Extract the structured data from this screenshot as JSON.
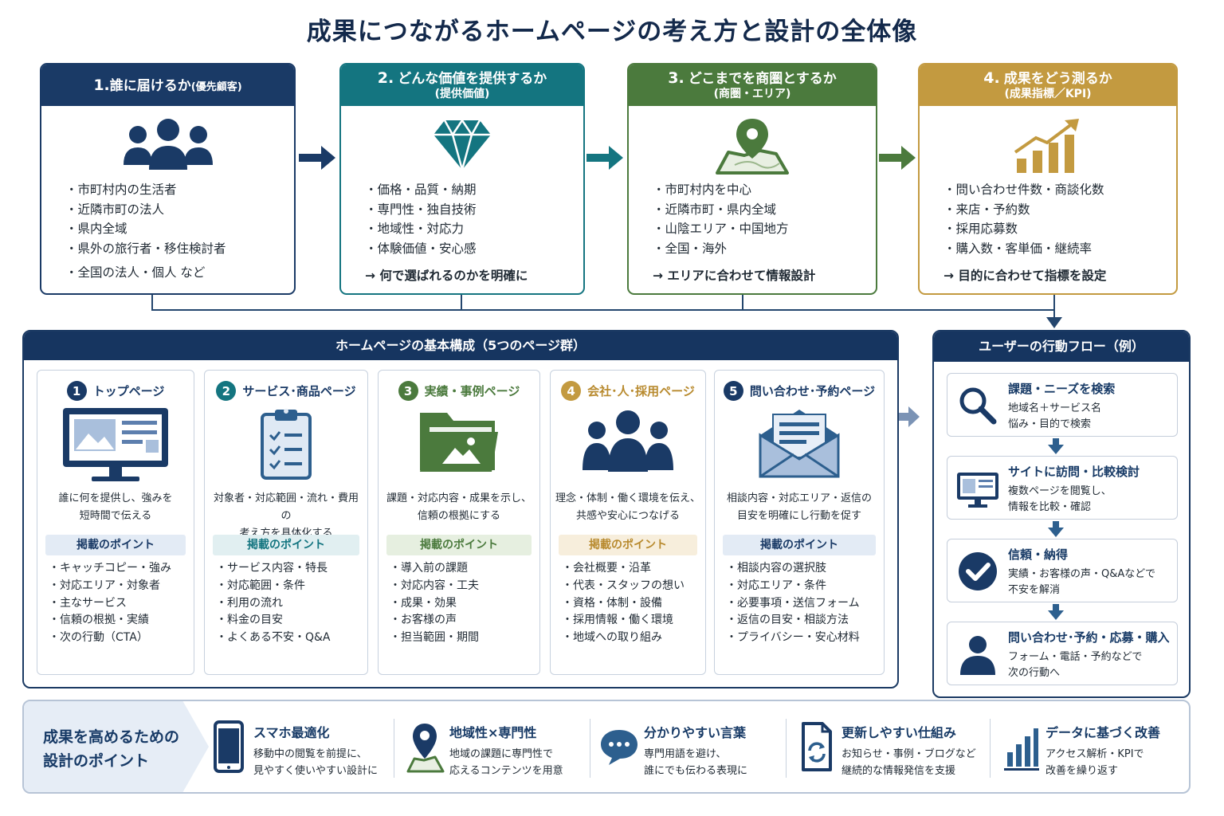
{
  "title": "成果につながるホームページの考え方と設計の全体像",
  "colors": {
    "navy": "#1a3a66",
    "teal": "#147580",
    "green": "#4b7a3d",
    "gold": "#c39a40"
  },
  "strategy": [
    {
      "num": "1.",
      "head": "誰に届けるか",
      "paren": "(優先顧客)",
      "items": [
        "・市町村内の生活者",
        "・近隣市町の法人",
        "・県内全域",
        "・県外の旅行者・移住検討者",
        "・全国の法人・個人 など"
      ],
      "note": ""
    },
    {
      "num": "2.",
      "head": "どんな価値を提供するか",
      "sub": "(提供価値)",
      "items": [
        "・価格・品質・納期",
        "・専門性・独自技術",
        "・地域性・対応力",
        "・体験価値・安心感"
      ],
      "note": "→ 何で選ばれるのかを明確に"
    },
    {
      "num": "3.",
      "head": "どこまでを商圏とするか",
      "sub": "(商圏・エリア)",
      "items": [
        "・市町村内を中心",
        "・近隣市町・県内全域",
        "・山陰エリア・中国地方",
        "・全国・海外"
      ],
      "note": "→ エリアに合わせて情報設計"
    },
    {
      "num": "4.",
      "head": "成果をどう測るか",
      "sub": "(成果指標／KPI)",
      "items": [
        "・問い合わせ件数・商談化数",
        "・来店・予約数",
        "・採用応募数",
        "・購入数・客単価・継続率"
      ],
      "note": "→ 目的に合わせて指標を設定"
    }
  ],
  "structure": {
    "title": "ホームページの基本構成（5つのページ群）",
    "point_label": "掲載のポイント",
    "pages": [
      {
        "num": "1",
        "name": "トップページ",
        "desc1": "誰に何を提供し、強みを",
        "desc2": "短時間で伝える",
        "items": [
          "・キャッチコピー・強み",
          "・対応エリア・対象者",
          "・主なサービス",
          "・信頼の根拠・実績",
          "・次の行動（CTA）"
        ]
      },
      {
        "num": "2",
        "name": "サービス･商品ページ",
        "desc1": "対象者・対応範囲・流れ・費用の",
        "desc2": "考え方を具体化する",
        "items": [
          "・サービス内容・特長",
          "・対応範囲・条件",
          "・利用の流れ",
          "・料金の目安",
          "・よくある不安・Q&A"
        ]
      },
      {
        "num": "3",
        "name": "実績・事例ページ",
        "desc1": "課題・対応内容・成果を示し、",
        "desc2": "信頼の根拠にする",
        "items": [
          "・導入前の課題",
          "・対応内容・工夫",
          "・成果・効果",
          "・お客様の声",
          "・担当範囲・期間"
        ]
      },
      {
        "num": "4",
        "name": "会社･人･採用ページ",
        "desc1": "理念・体制・働く環境を伝え、",
        "desc2": "共感や安心につなげる",
        "items": [
          "・会社概要・沿革",
          "・代表・スタッフの想い",
          "・資格・体制・設備",
          "・採用情報・働く環境",
          "・地域への取り組み"
        ]
      },
      {
        "num": "5",
        "name": "問い合わせ･予約ページ",
        "desc1": "相談内容・対応エリア・返信の",
        "desc2": "目安を明確にし行動を促す",
        "items": [
          "・相談内容の選択肢",
          "・対応エリア・条件",
          "・必要事項・送信フォーム",
          "・返信の目安・相談方法",
          "・プライバシー・安心材料"
        ]
      }
    ]
  },
  "user_flow": {
    "title": "ユーザーの行動フロー（例）",
    "steps": [
      {
        "title": "課題・ニーズを検索",
        "d1": "地域名＋サービス名",
        "d2": "悩み・目的で検索"
      },
      {
        "title": "サイトに訪問・比較検討",
        "d1": "複数ページを閲覧し、",
        "d2": "情報を比較・確認"
      },
      {
        "title": "信頼・納得",
        "d1": "実績・お客様の声・Q&Aなどで",
        "d2": "不安を解消"
      },
      {
        "title": "問い合わせ･予約・応募・購入",
        "d1": "フォーム・電話・予約などで",
        "d2": "次の行動へ"
      }
    ]
  },
  "design_points": {
    "label1": "成果を高めるための",
    "label2": "設計のポイント",
    "points": [
      {
        "title": "スマホ最適化",
        "d1": "移動中の閲覧を前提に、",
        "d2": "見やすく使いやすい設計に"
      },
      {
        "title": "地域性×専門性",
        "d1": "地域の課題に専門性で",
        "d2": "応えるコンテンツを用意"
      },
      {
        "title": "分かりやすい言葉",
        "d1": "専門用語を避け、",
        "d2": "誰にでも伝わる表現に"
      },
      {
        "title": "更新しやすい仕組み",
        "d1": "お知らせ・事例・ブログなど",
        "d2": "継続的な情報発信を支援"
      },
      {
        "title": "データに基づく改善",
        "d1": "アクセス解析・KPIで",
        "d2": "改善を繰り返す"
      }
    ]
  }
}
